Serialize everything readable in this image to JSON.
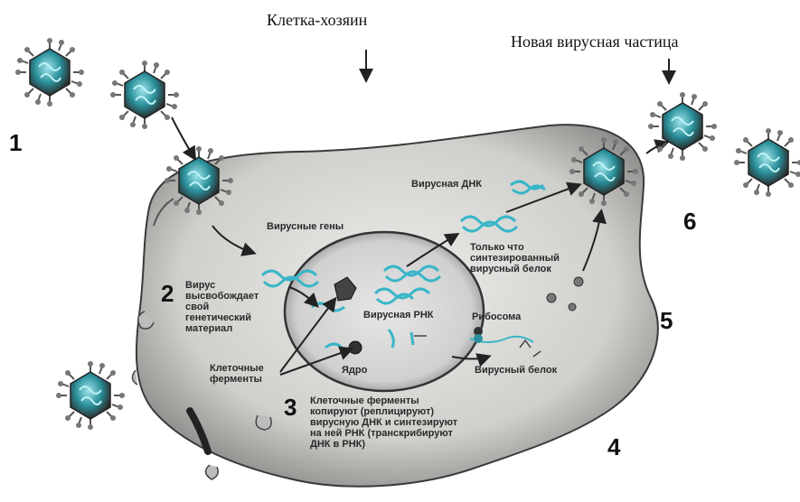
{
  "labels": {
    "host_cell": "Клетка-хозяин",
    "new_particle": "Новая вирусная частица",
    "viral_dna": "Вирусная ДНК",
    "viral_genes": "Вирусные гены",
    "virus_releases": [
      "Вирус",
      "высвобождает",
      "свой",
      "генетический",
      "материал"
    ],
    "cell_enzymes": [
      "Клеточные",
      "ферменты"
    ],
    "viral_rna": "Вирусная РНК",
    "nucleus": "Ядро",
    "ribosome": "Рибосома",
    "viral_protein": "Вирусный белок",
    "new_protein": [
      "Только что",
      "синтезированный",
      "вирусный белок"
    ],
    "enzymes_copy": [
      "Клеточные ферменты",
      "копируют (реплицируют)",
      "вирусную ДНК и синтезируют",
      "на ней РНК (транскрибируют",
      "ДНК в РНК)"
    ]
  },
  "steps": [
    "1",
    "2",
    "3",
    "4",
    "5",
    "6"
  ],
  "colors": {
    "cell": "#d8d8d6",
    "cell_edge": "#3a3a3a",
    "dna": "#38b6c8",
    "virus_core": "#2a8f9a"
  }
}
